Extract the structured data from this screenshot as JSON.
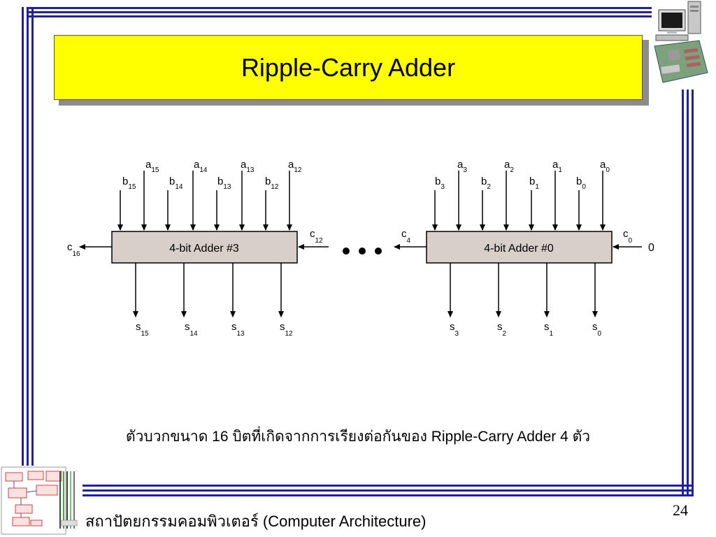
{
  "slide": {
    "title": "Ripple-Carry Adder",
    "caption": "ตัวบวกขนาด 16 บิตที่เกิดจากการเรียงต่อกันของ Ripple-Carry Adder 4 ตัว",
    "footer": "สถาปัตยกรรมคอมพิวเตอร์ (Computer Architecture)",
    "page_number": "24"
  },
  "diagram": {
    "adder_left": {
      "label": "4-bit Adder #3",
      "inputs_a": [
        "a15",
        "a14",
        "a13",
        "a12"
      ],
      "inputs_b": [
        "b15",
        "b14",
        "b13",
        "b12"
      ],
      "carry_in": "c12",
      "carry_out": "c16",
      "outputs": [
        "s15",
        "s14",
        "s13",
        "s12"
      ]
    },
    "adder_right": {
      "label": "4-bit Adder #0",
      "inputs_a": [
        "a3",
        "a2",
        "a1",
        "a0"
      ],
      "inputs_b": [
        "b3",
        "b2",
        "b1",
        "b0"
      ],
      "carry_in": "c0",
      "carry_in_value": "0",
      "carry_out": "c4",
      "outputs": [
        "s3",
        "s2",
        "s1",
        "s0"
      ]
    },
    "ellipsis": "• • •"
  },
  "colors": {
    "frame": "#1f1fa8",
    "title_bg": "#ffff00",
    "adder_fill": "#d9cfca"
  },
  "icons": [
    "computer-clipart-icon",
    "cpu-block-diagram-clipart-icon"
  ]
}
